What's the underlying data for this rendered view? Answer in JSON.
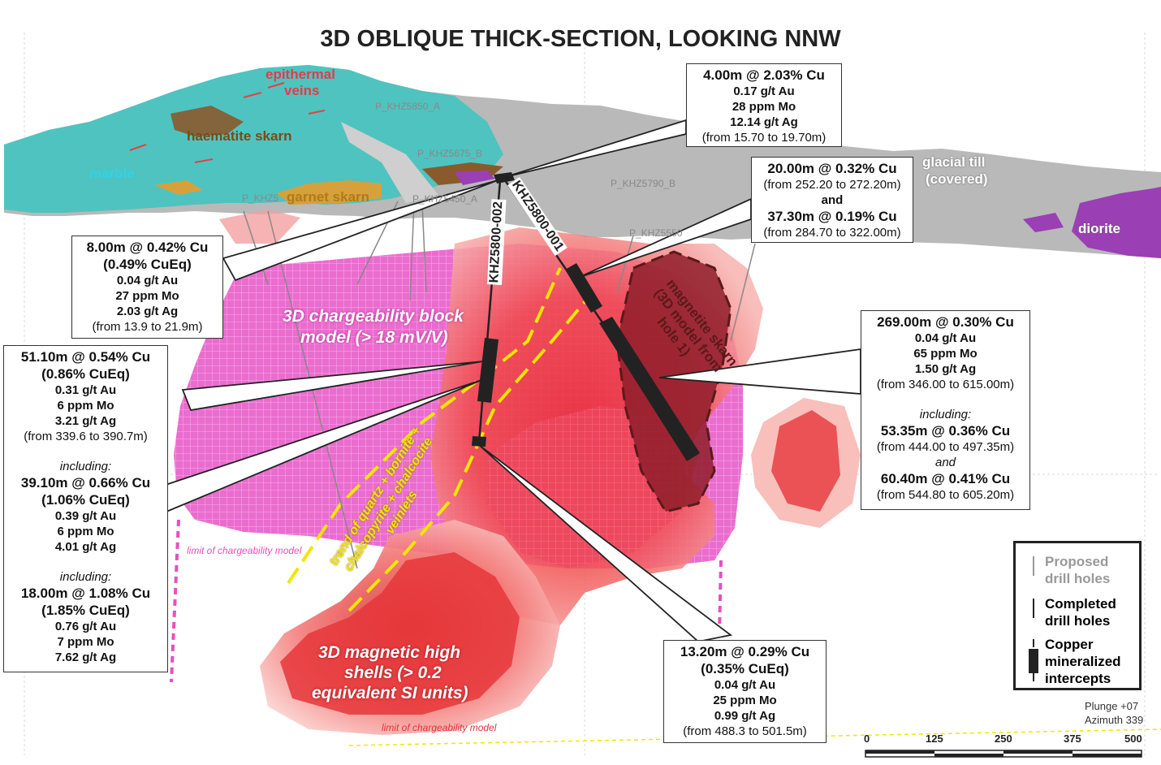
{
  "title": "3D OBLIQUE THICK-SECTION, LOOKING NNW",
  "geology_labels": {
    "epithermal": "epithermal",
    "veins": "veins",
    "haematite_skarn": "haematite skarn",
    "marble": "marble",
    "garnet_skarn": "garnet skarn",
    "glacial_till_1": "glacial till",
    "glacial_till_2": "(covered)",
    "diorite": "diorite",
    "magnetite_1": "magnetite skarn",
    "magnetite_2": "(3D model from",
    "magnetite_3": "hole 1)"
  },
  "proposed_holes": {
    "a": "P_KHZ5850_A",
    "b": "P_KHZ5675_B",
    "c": "P_KHZ5790_B",
    "d": "P_KHZ5450_A",
    "e": "P_KHZ5",
    "f": "P_KHZ5550"
  },
  "holes": {
    "h1": "KHZ5800-001",
    "h2": "KHZ5800-002"
  },
  "model_labels": {
    "charge_1": "3D chargeability block",
    "charge_2": "model (> 18 mV/V)",
    "mag_1": "3D magnetic high",
    "mag_2": "shells (> 0.2",
    "mag_3": "equivalent SI units)",
    "limit_1": "limit of chargeability model",
    "limit_2": "limit of chargeability model",
    "trend_1": "trend of quartz + bornite +",
    "trend_2": "chalcopyrite + chalcocite",
    "trend_3": "veinlets"
  },
  "intercepts": {
    "top": [
      "4.00m @ 2.03% Cu",
      "0.17 g/t Au",
      "28 ppm Mo",
      "12.14 g/t Ag",
      "(from 15.70 to 19.70m)"
    ],
    "right_upper": [
      "20.00m @ 0.32% Cu",
      "(from 252.20 to 272.20m)",
      "and",
      "37.30m @ 0.19% Cu",
      "(from 284.70 to 322.00m)"
    ],
    "left_upper": [
      "8.00m @ 0.42% Cu",
      "(0.49% CuEq)",
      "0.04 g/t Au",
      "27 ppm Mo",
      "2.03 g/t Ag",
      "(from 13.9 to 21.9m)"
    ],
    "left_main": [
      "51.10m @ 0.54% Cu",
      "(0.86% CuEq)",
      "0.31 g/t Au",
      "6 ppm Mo",
      "3.21 g/t Ag",
      "(from 339.6 to 390.7m)",
      "including:",
      "39.10m @ 0.66% Cu",
      "(1.06% CuEq)",
      "0.39 g/t Au",
      "6 ppm Mo",
      "4.01 g/t Ag",
      "including:",
      "18.00m @ 1.08% Cu",
      "(1.85% CuEq)",
      "0.76 g/t Au",
      "7 ppm Mo",
      "7.62 g/t Ag"
    ],
    "right_main": [
      "269.00m @ 0.30% Cu",
      "0.04 g/t Au",
      "65 ppm Mo",
      "1.50 g/t Ag",
      "(from 346.00 to 615.00m)",
      "including:",
      "53.35m @ 0.36% Cu",
      "(from 444.00 to 497.35m)",
      "and",
      "60.40m @ 0.41% Cu",
      "(from 544.80 to 605.20m)"
    ],
    "bottom": [
      "13.20m @ 0.29% Cu",
      "(0.35% CuEq)",
      "0.04 g/t Au",
      "25 ppm Mo",
      "0.99 g/t Ag",
      "(from 488.3 to 501.5m)"
    ]
  },
  "legend": {
    "proposed_1": "Proposed",
    "proposed_2": "drill holes",
    "completed_1": "Completed",
    "completed_2": "drill holes",
    "copper_1": "Copper",
    "copper_2": "mineralized",
    "copper_3": "intercepts"
  },
  "orientation": {
    "plunge": "Plunge +07",
    "azimuth": "Azimuth 339"
  },
  "scale": [
    "0",
    "125",
    "250",
    "375",
    "500"
  ],
  "colors": {
    "marble": "#4fc3c0",
    "till": "#b9b9b9",
    "diorite": "#9b3fb5",
    "chargeability": "#e85fc8",
    "magnetic": "#e8313a",
    "trend": "#f2e600",
    "pink_limit": "#e84fc0"
  }
}
